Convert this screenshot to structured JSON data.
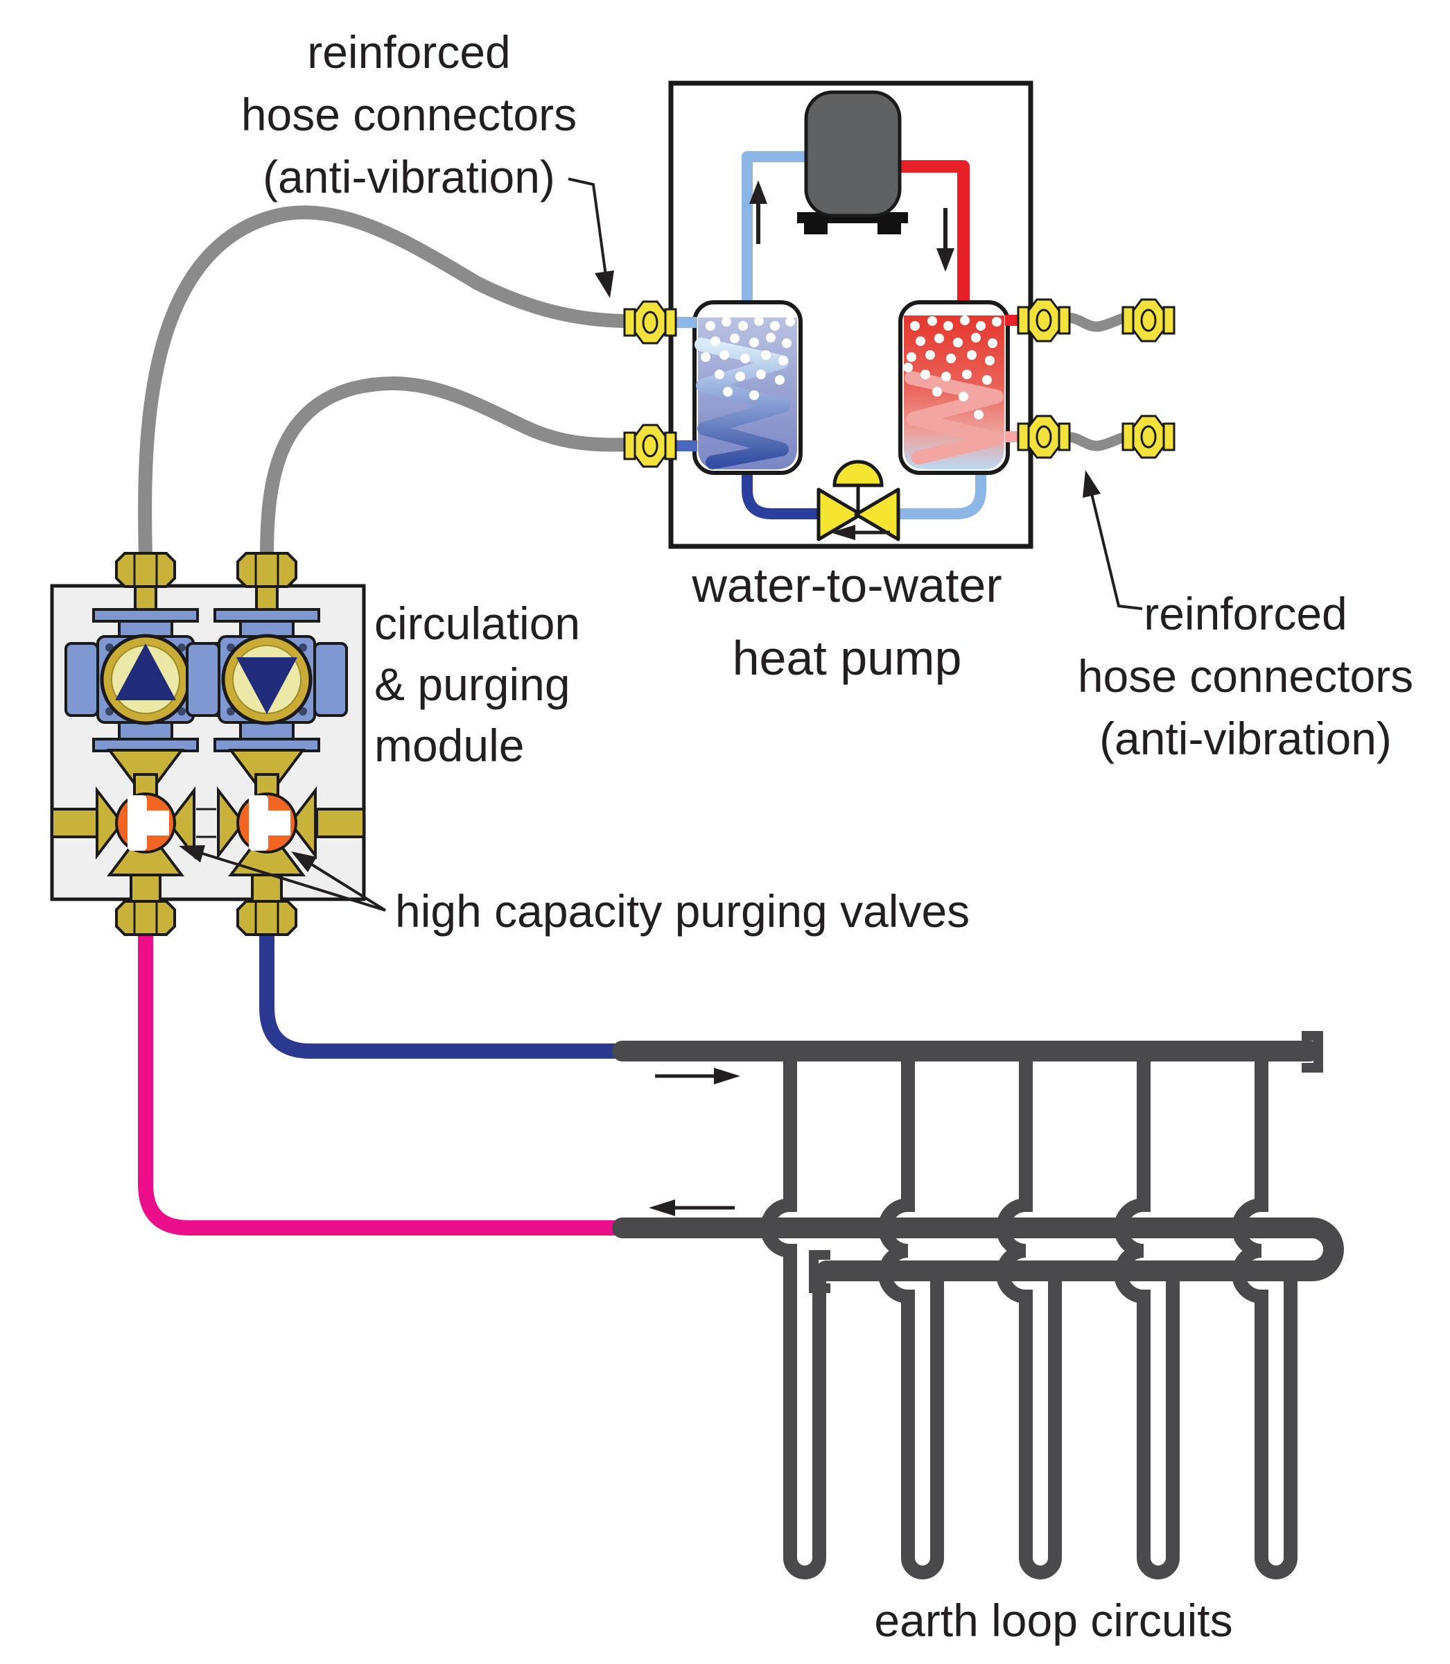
{
  "labels": {
    "hose_connectors_left": [
      "reinforced",
      "hose connectors",
      "(anti-vibration)"
    ],
    "hose_connectors_right": [
      "reinforced",
      "hose connectors",
      "(anti-vibration)"
    ],
    "heat_pump": [
      "water-to-water",
      "heat pump"
    ],
    "module": [
      "circulation",
      "& purging",
      "module"
    ],
    "purging_valves": "high capacity purging valves",
    "earth_loops": "earth loop circuits"
  },
  "colors": {
    "hose_gray": "#8b8b8b",
    "earth_pipe": "#4a4a4c",
    "connector_yellow": "#f4e23c",
    "brass": "#c8b23a",
    "pump_blue": "#8098d2",
    "triangle_navy": "#212d7a",
    "valve_orange": "#f26522",
    "supply_blue": "#2b3990",
    "return_magenta": "#ec0f8c",
    "refrigerant_red": "#e82028",
    "refrigerant_lightblue": "#8cb6e6",
    "expansion_valve_yellow": "#f5e530",
    "compressor_gray": "#5f6163",
    "module_bg": "#f0eff0"
  }
}
